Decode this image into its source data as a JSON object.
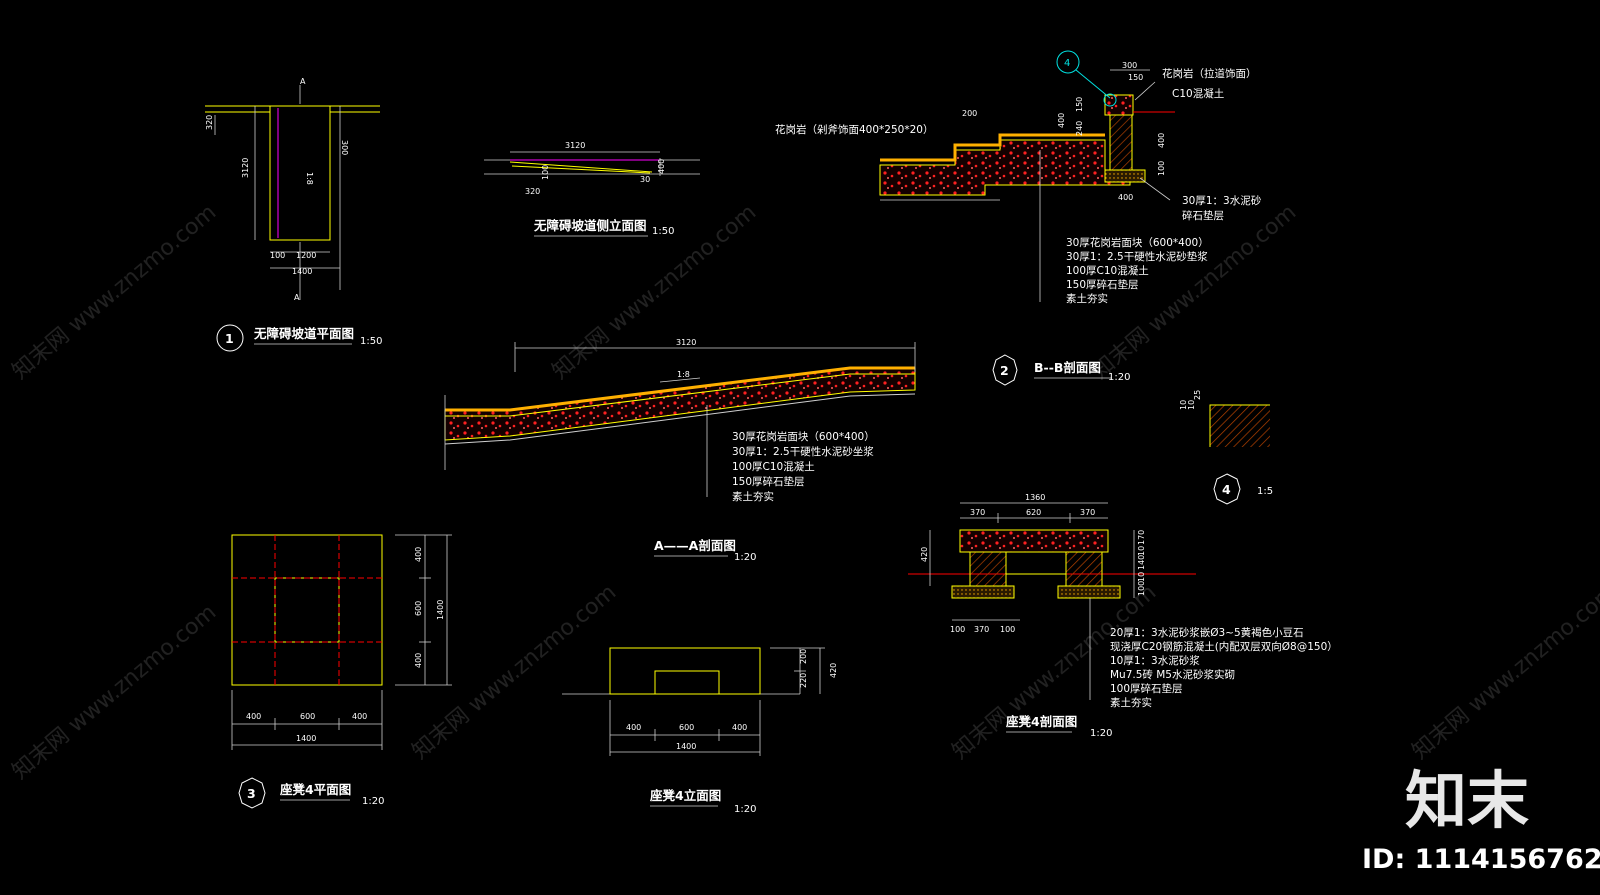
{
  "drawings": {
    "ramp_plan": {
      "number": "1",
      "title": "无障碍坡道平面图",
      "scale": "1:50",
      "section_mark": "A",
      "dims": [
        "3120",
        "1200",
        "1400",
        "100",
        "300",
        "320"
      ],
      "slope": "1:8"
    },
    "ramp_side": {
      "title": "无障碍坡道侧立面图",
      "scale": "1:50",
      "dims": [
        "3120",
        "320",
        "400",
        "30",
        "100"
      ]
    },
    "section_bb": {
      "number": "2",
      "title": "B--B剖面图",
      "scale": "1:20",
      "callout": "4",
      "labels": [
        "花岗岩（拉道饰面）",
        "C10混凝土",
        "花岗岩（剁斧饰面400*250*20）",
        "30厚1：3水泥砂",
        "碎石垫层"
      ],
      "dims": [
        "300",
        "150",
        "200",
        "400",
        "240",
        "150",
        "400",
        "100",
        "400",
        "150"
      ],
      "layers": [
        "30厚花岗岩面块（600*400）",
        "30厚1：2.5干硬性水泥砂垫浆",
        "100厚C10混凝土",
        "150厚碎石垫层",
        "素土夯实"
      ]
    },
    "section_aa": {
      "title": "A——A剖面图",
      "scale": "1:20",
      "dims": [
        "3120",
        "1:8"
      ],
      "layers": [
        "30厚花岗岩面块（600*400）",
        "30厚1：2.5干硬性水泥砂坐浆",
        "100厚C10混凝土",
        "150厚碎石垫层",
        "素土夯实"
      ]
    },
    "detail4": {
      "number": "4",
      "scale": "1:5",
      "dims": [
        "25",
        "10",
        "10"
      ]
    },
    "bench_plan": {
      "number": "3",
      "title": "座凳4平面图",
      "scale": "1:20",
      "dims_bottom": [
        "400",
        "600",
        "400",
        "1400"
      ],
      "dims_right": [
        "400",
        "600",
        "400",
        "1400"
      ]
    },
    "bench_elev": {
      "title": "座凳4立面图",
      "scale": "1:20",
      "dims_bottom": [
        "400",
        "600",
        "400",
        "1400"
      ],
      "dims_right": [
        "200",
        "220",
        "420"
      ]
    },
    "bench_section": {
      "title": "座凳4剖面图",
      "scale": "1:20",
      "dims_top": [
        "1360",
        "370",
        "620",
        "370"
      ],
      "dims_left": [
        "420"
      ],
      "dims_right": [
        "170",
        "10",
        "140",
        "10",
        "100"
      ],
      "dims_bottom": [
        "100",
        "370",
        "100"
      ],
      "layers": [
        "20厚1：3水泥砂浆嵌Ø3~5黄褐色小豆石",
        "现浇厚C20钢筋混凝土(内配双层双向Ø8@150）",
        "10厚1：3水泥砂浆",
        "Mu7.5砖 M5水泥砂浆实砌",
        "100厚碎石垫层",
        "素土夯实"
      ]
    }
  },
  "watermark": {
    "text": "知末网 www.znzmo.com",
    "brand": "知末",
    "id": "ID: 1114156762"
  },
  "colors": {
    "background": "#000000",
    "line": "#ffffff",
    "yellow": "#ffff00",
    "red": "#ff0000",
    "magenta": "#ff00ff",
    "gravel": "#ff2020",
    "hatch": "#b04000"
  }
}
